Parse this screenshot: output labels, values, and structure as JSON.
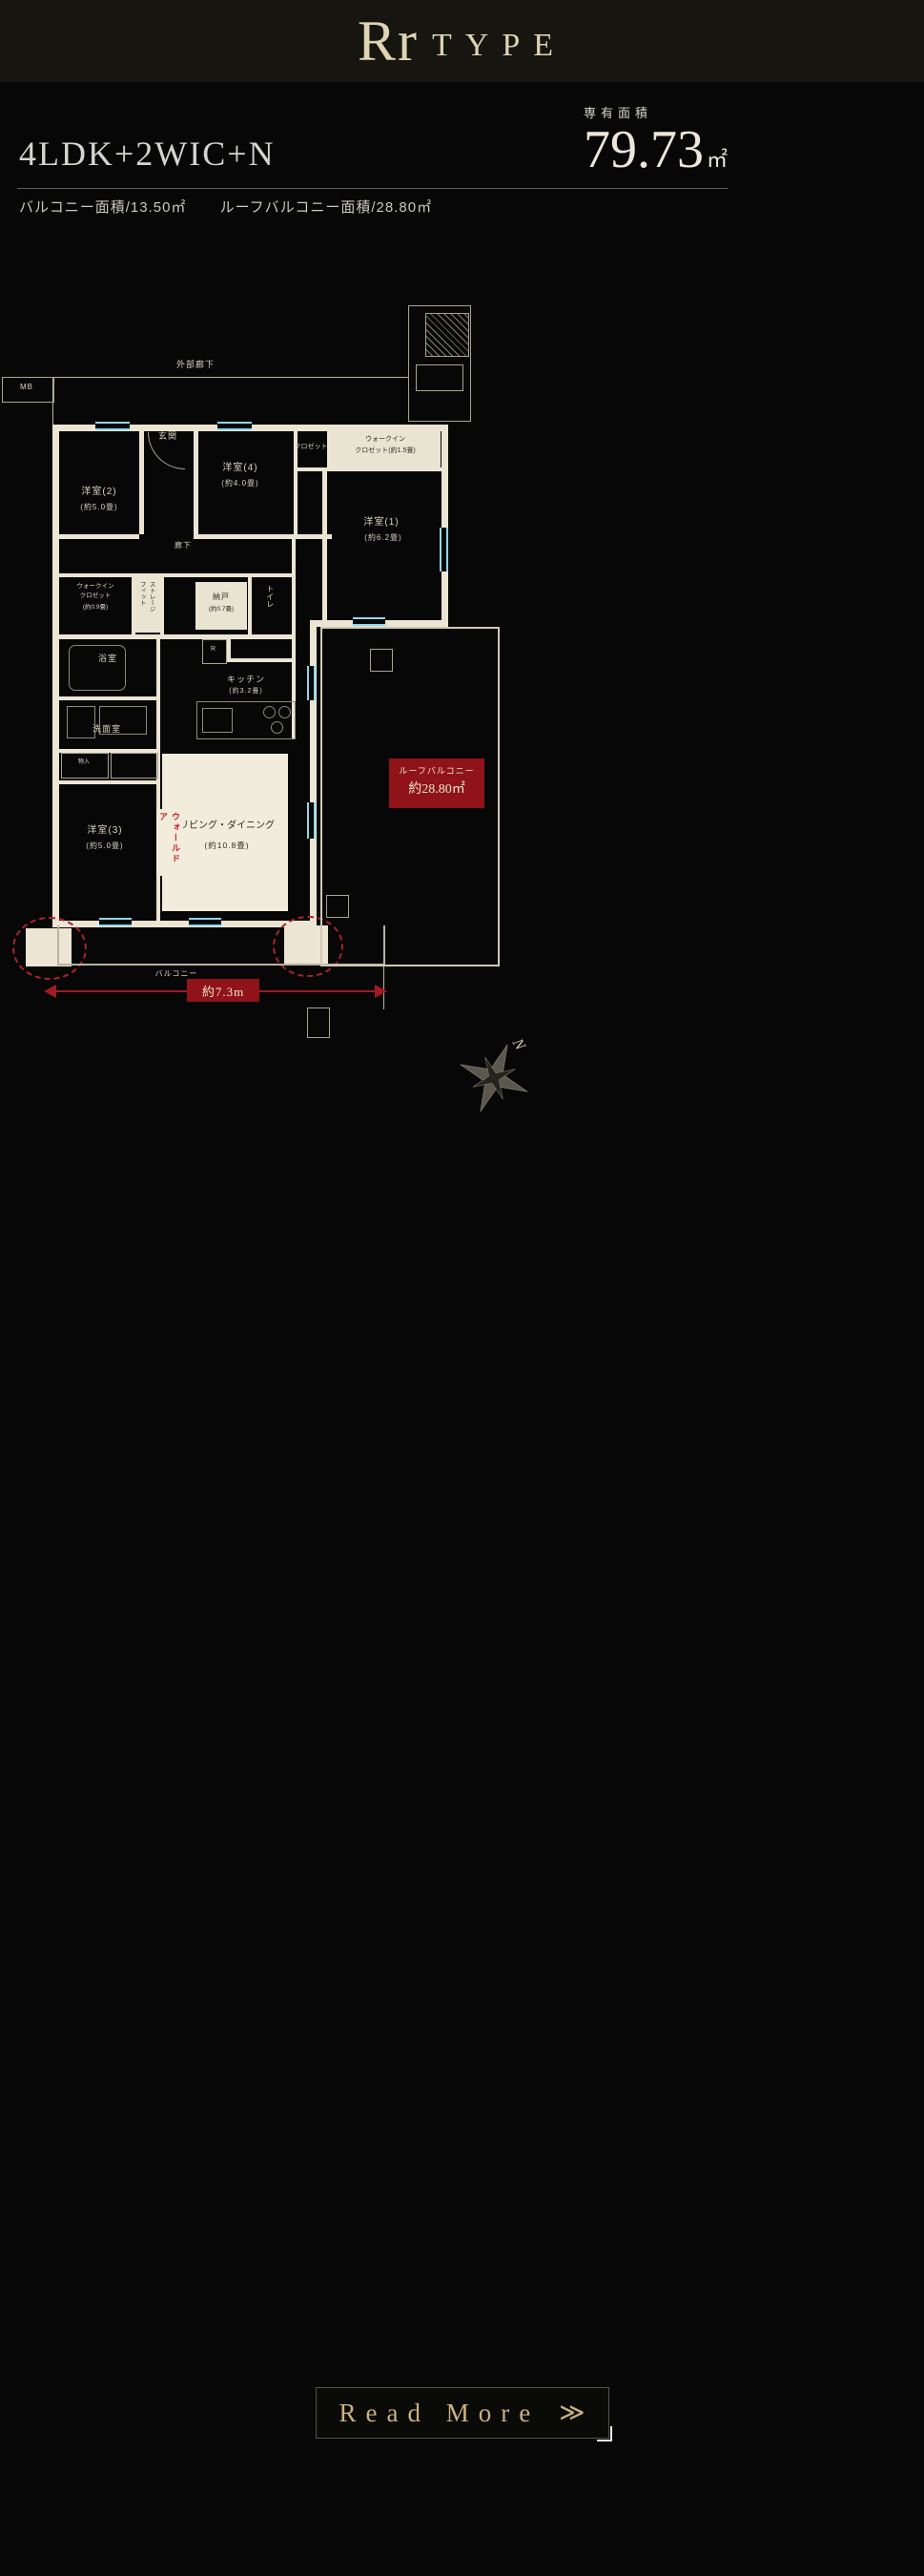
{
  "header": {
    "title_main": "Rr",
    "title_sub": "TYPE"
  },
  "summary": {
    "layout": "4LDK+2WIC+N",
    "area_label": "専有面積",
    "area_value": "79.73",
    "area_unit": "㎡",
    "balcony_area": "バルコニー面積/13.50㎡",
    "roof_balcony_area": "ルーフバルコニー面積/28.80㎡"
  },
  "plan": {
    "exterior_corridor": "外部廊下",
    "mb": "MB",
    "entrance": "玄関",
    "hallway": "廊下",
    "room1_name": "洋室(1)",
    "room1_size": "(約6.2畳)",
    "room2_name": "洋室(2)",
    "room2_size": "(約5.0畳)",
    "room3_name": "洋室(3)",
    "room3_size": "(約5.0畳)",
    "room4_name": "洋室(4)",
    "room4_size": "(約4.0畳)",
    "closet": "クロゼット",
    "wic15_line1": "ウォークイン",
    "wic15_line2": "クロゼット(約1.5畳)",
    "wic09_line1": "ウォークイン",
    "wic09_line2": "クロゼット",
    "wic09_size": "(約0.9畳)",
    "fit_line1": "フィット",
    "fit_line2": "ストレージ",
    "nando_name": "納戸",
    "nando_size": "(約0.7畳)",
    "toilet": "トイレ",
    "bath": "浴室",
    "washroom": "洗面室",
    "storage_small": "物入",
    "kitchen_name": "キッチン",
    "kitchen_size": "(約3.2畳)",
    "fridge": "R",
    "living_name": "リビング・ダイニング",
    "living_size": "(約10.8畳)",
    "wall_door": "ウォールドア",
    "roof_name": "ルーフバルコニー",
    "roof_size": "約28.80㎡",
    "balcony": "バルコニー",
    "dimension": "約7.3m",
    "compass_n": "N"
  },
  "colors": {
    "accent_red": "#8f1318",
    "window_blue": "#8fd6ea",
    "wall_cream": "#ece5d4",
    "gold": "#cbb27e"
  },
  "read_more": {
    "label": "Read More",
    "chevron": "≫"
  }
}
